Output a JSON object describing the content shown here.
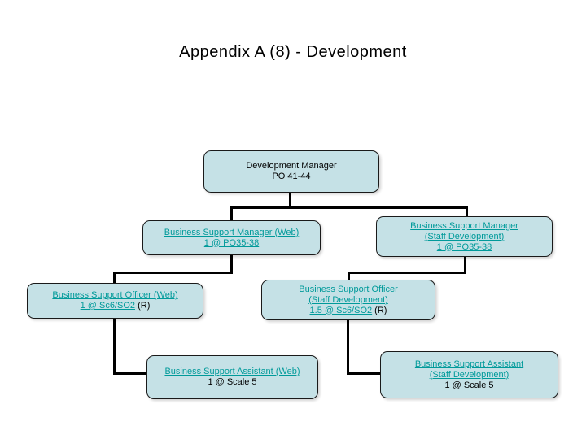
{
  "slide": {
    "title": "Appendix A (8) - Development"
  },
  "colors": {
    "box_fill": "#c5e1e6",
    "box_border": "#1a1a1a",
    "link_text": "#009a9a",
    "plain_text": "#000000",
    "connector": "#000000",
    "background": "#ffffff"
  },
  "org": {
    "dev_manager": {
      "line1": "Development Manager",
      "line2": "PO 41-44"
    },
    "bsm_web": {
      "line1": "Business Support Manager (Web)",
      "line2": "1 @ PO35-38"
    },
    "bsm_sd": {
      "line1": "Business Support Manager",
      "line2": "(Staff Development)",
      "line3": "1 @ PO35-38"
    },
    "bso_web": {
      "line1": "Business Support Officer (Web)",
      "line2_link": "1 @ Sc6/SO2",
      "line2_plain": " (R)"
    },
    "bso_sd": {
      "line1": "Business Support Officer",
      "line2": "(Staff Development)",
      "line3_link": "1.5 @ Sc6/SO2",
      "line3_plain": " (R)"
    },
    "bsa_web": {
      "line1": "Business Support Assistant (Web)",
      "line2": "1 @ Scale 5"
    },
    "bsa_sd": {
      "line1": "Business Support Assistant",
      "line2": "(Staff Development)",
      "line3": "1 @ Scale 5"
    }
  }
}
